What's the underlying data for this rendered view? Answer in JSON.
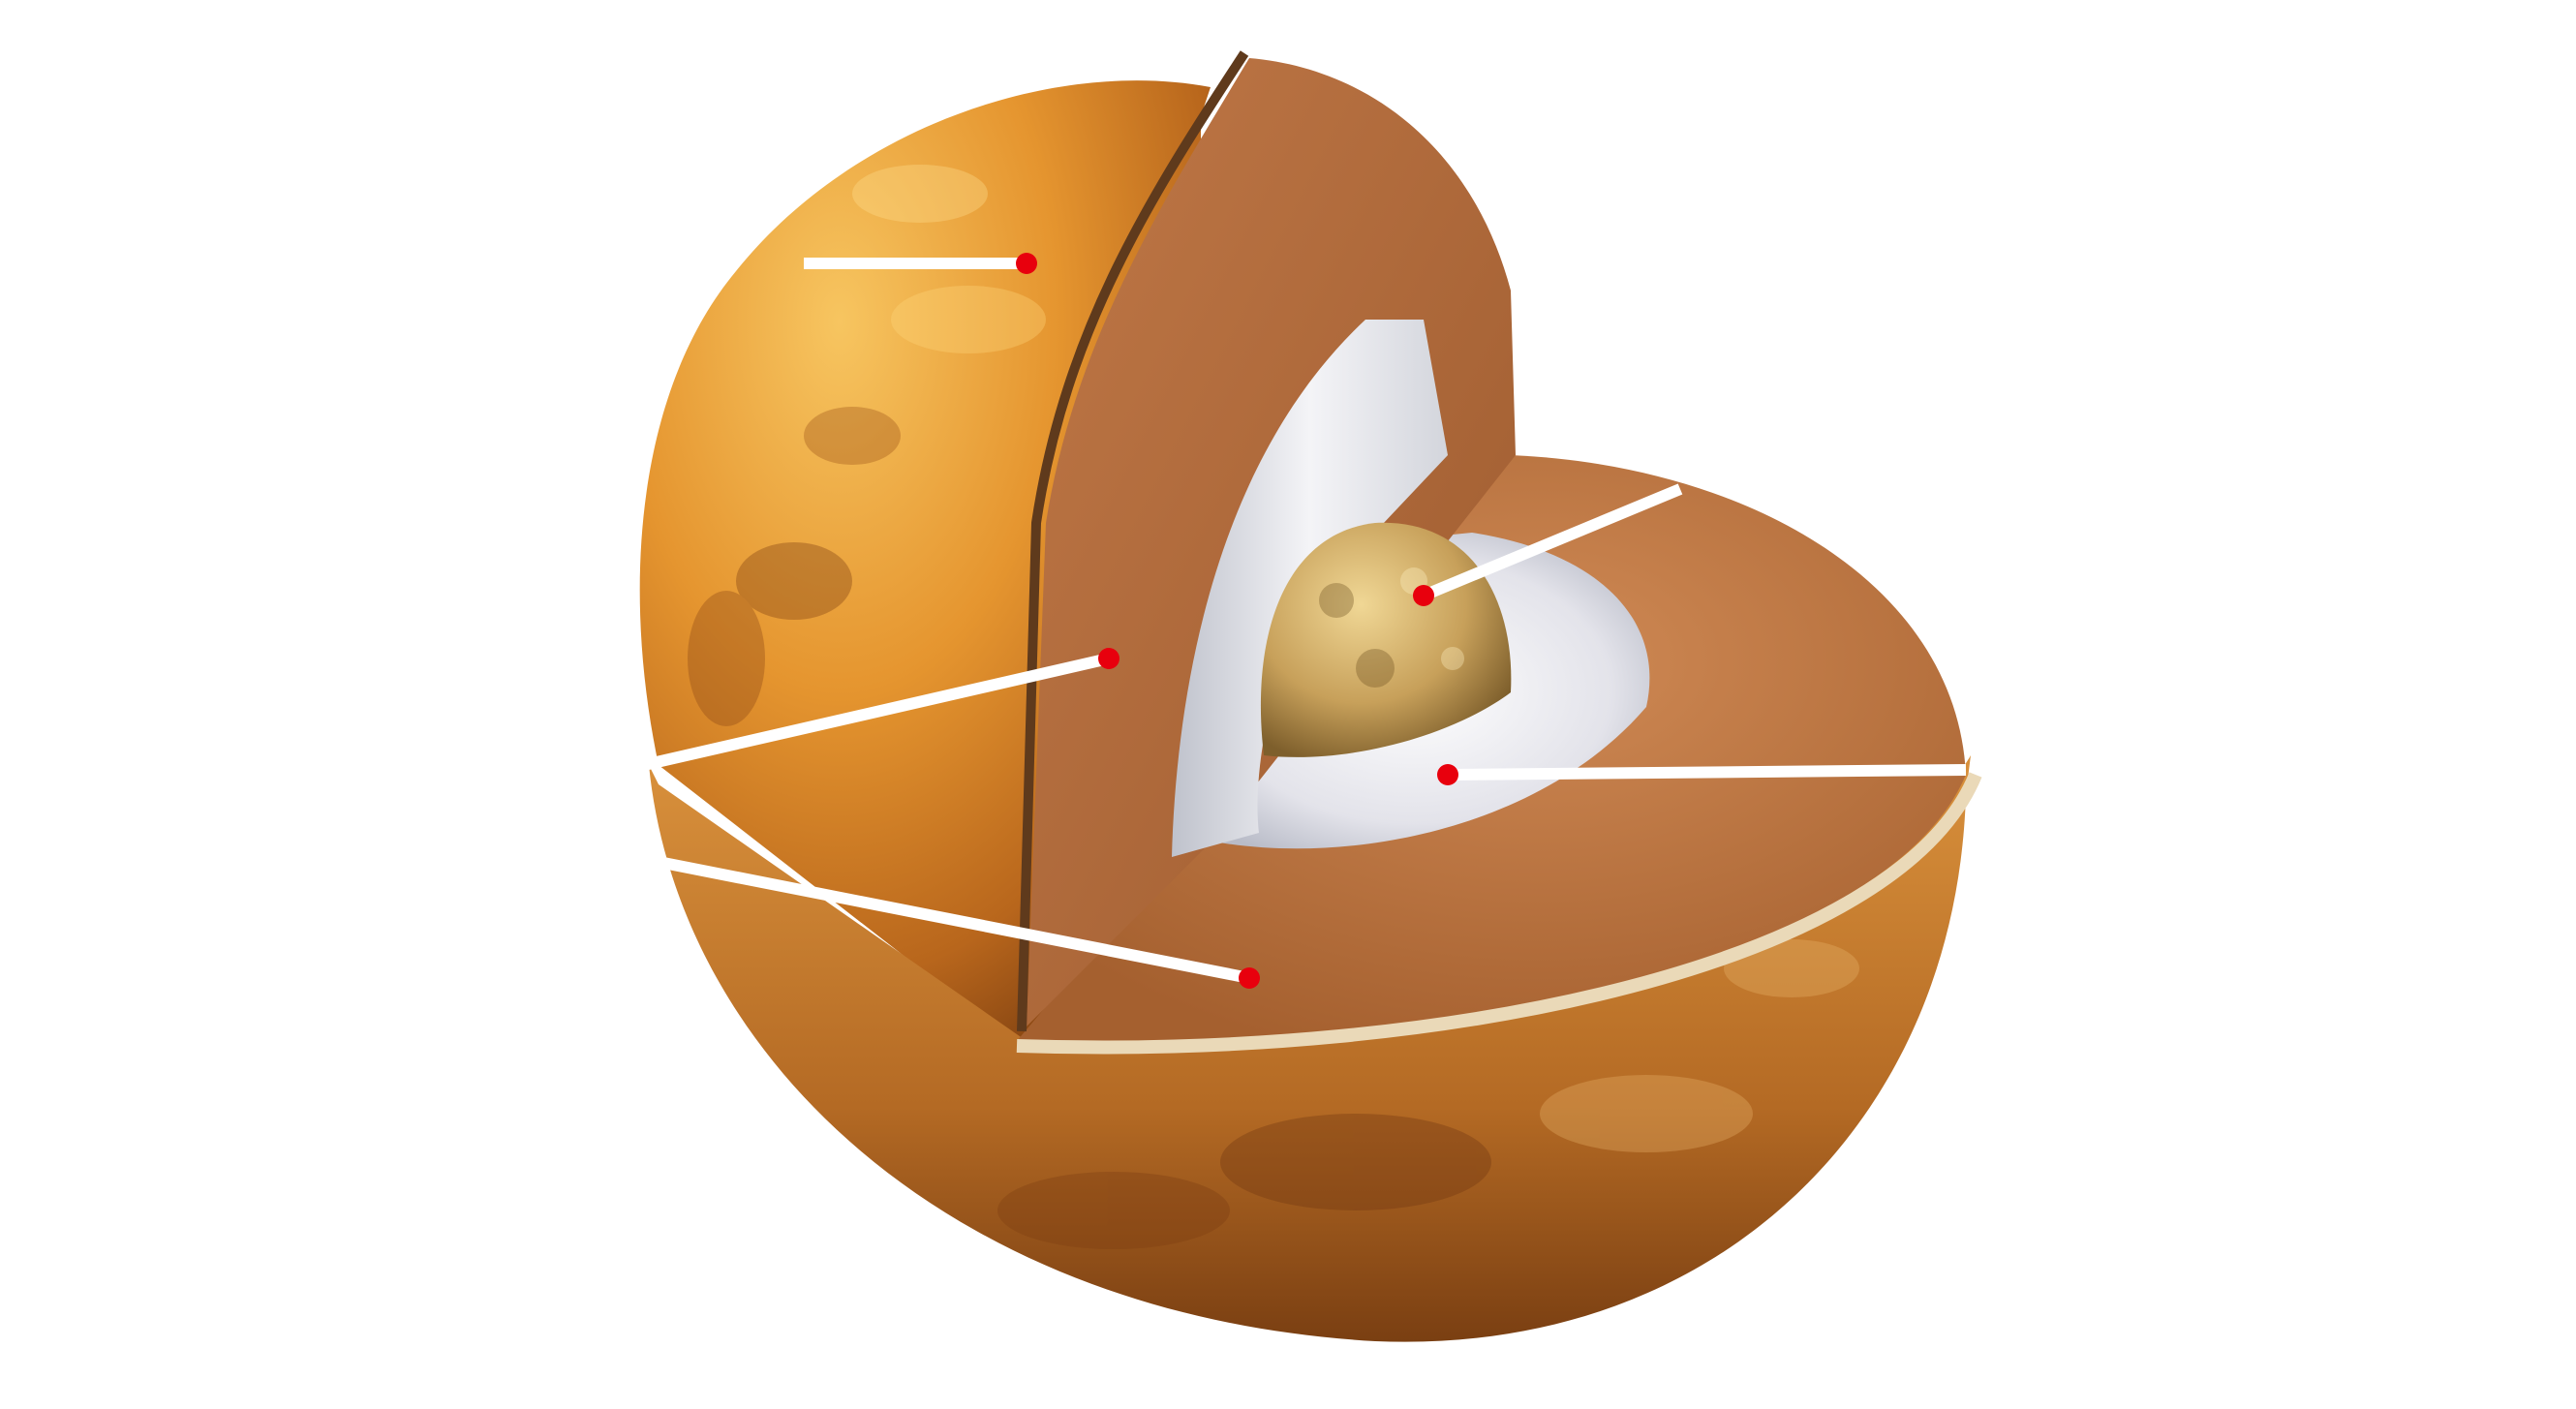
{
  "diagram": {
    "subject": "cutaway-planet-interior",
    "colors": {
      "background": "#ffffff",
      "surface_light": "#f3b243",
      "surface_mid": "#d7852a",
      "surface_dark": "#8a4a12",
      "mantle": "#b86c3a",
      "mantle_dark": "#8c4e28",
      "outer_core": "#e6e6ec",
      "inner_core": "#c9a763",
      "crust_rim": "#ead9b8",
      "leader_line": "#ffffff",
      "marker": "#e8000d"
    },
    "callouts": [
      {
        "id": "surface"
      },
      {
        "id": "mantle-vertical"
      },
      {
        "id": "inner-core"
      },
      {
        "id": "outer-core"
      },
      {
        "id": "mantle-floor"
      }
    ]
  }
}
